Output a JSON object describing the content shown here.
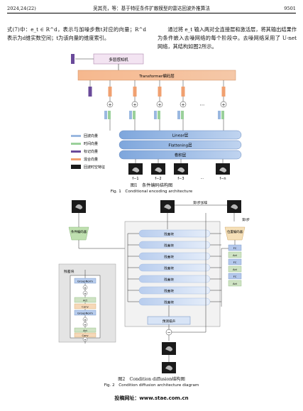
{
  "header": {
    "left": "2024,24(22)",
    "center": "吴其亮，等：基于特征条件扩散模型的雷达回波外推算法",
    "right": "9501"
  },
  "text": {
    "left_para": "式(7)中：e_t ∈ R^d，表示与加噪步数t对应的向量；R^d 表示为d维实数空间；t为该向量的维度索引。",
    "right_para": "通过将 e_t 输入两对全连接层和激活层，将其输出结果作为条件嵌入去噪网络的每个阶段中。去噪网络采用了 U-net 网络，其结构如图2所示。"
  },
  "fig1": {
    "top_label": "多层感知机",
    "transformer_label": "Transformer编码层",
    "linear_label": "Linear层",
    "flattening_label": "Flattening层",
    "conv_label": "卷积层",
    "legend": [
      "回波向量",
      "时间向量",
      "标记向量",
      "混合向量",
      "回波时空特征"
    ],
    "frame_labels": [
      "f−1",
      "f−2",
      "f−3",
      "⋯",
      "f−n"
    ],
    "dots": "⋯",
    "caption_cn": "图1　条件编码结构图",
    "caption_en": "Fig. 1　Conditional encoding architecture"
  },
  "fig2": {
    "step_add_label": "第t步加噪",
    "step_label": "第t步",
    "cond_label": "条件编码器",
    "pos_label": "位置编码器",
    "residual_title": "残差块",
    "residual_label": "残差块",
    "groupnorm": "GroupNorm",
    "act": "Act",
    "conv": "Conv",
    "fc": "FC",
    "predict_label": "预测噪声",
    "caption_cn": "图2　Condition diffusion结构图",
    "caption_en": "Fig. 2　Condition diffusion architecture diagram"
  },
  "footer": {
    "text": "投稿网址：www.stae.com.cn"
  },
  "colors": {
    "orange": "#f0a070",
    "blue": "#9ab8e0",
    "green": "#9ad09a",
    "purple": "#6a4a9a",
    "navy": "#2a3a7a"
  }
}
